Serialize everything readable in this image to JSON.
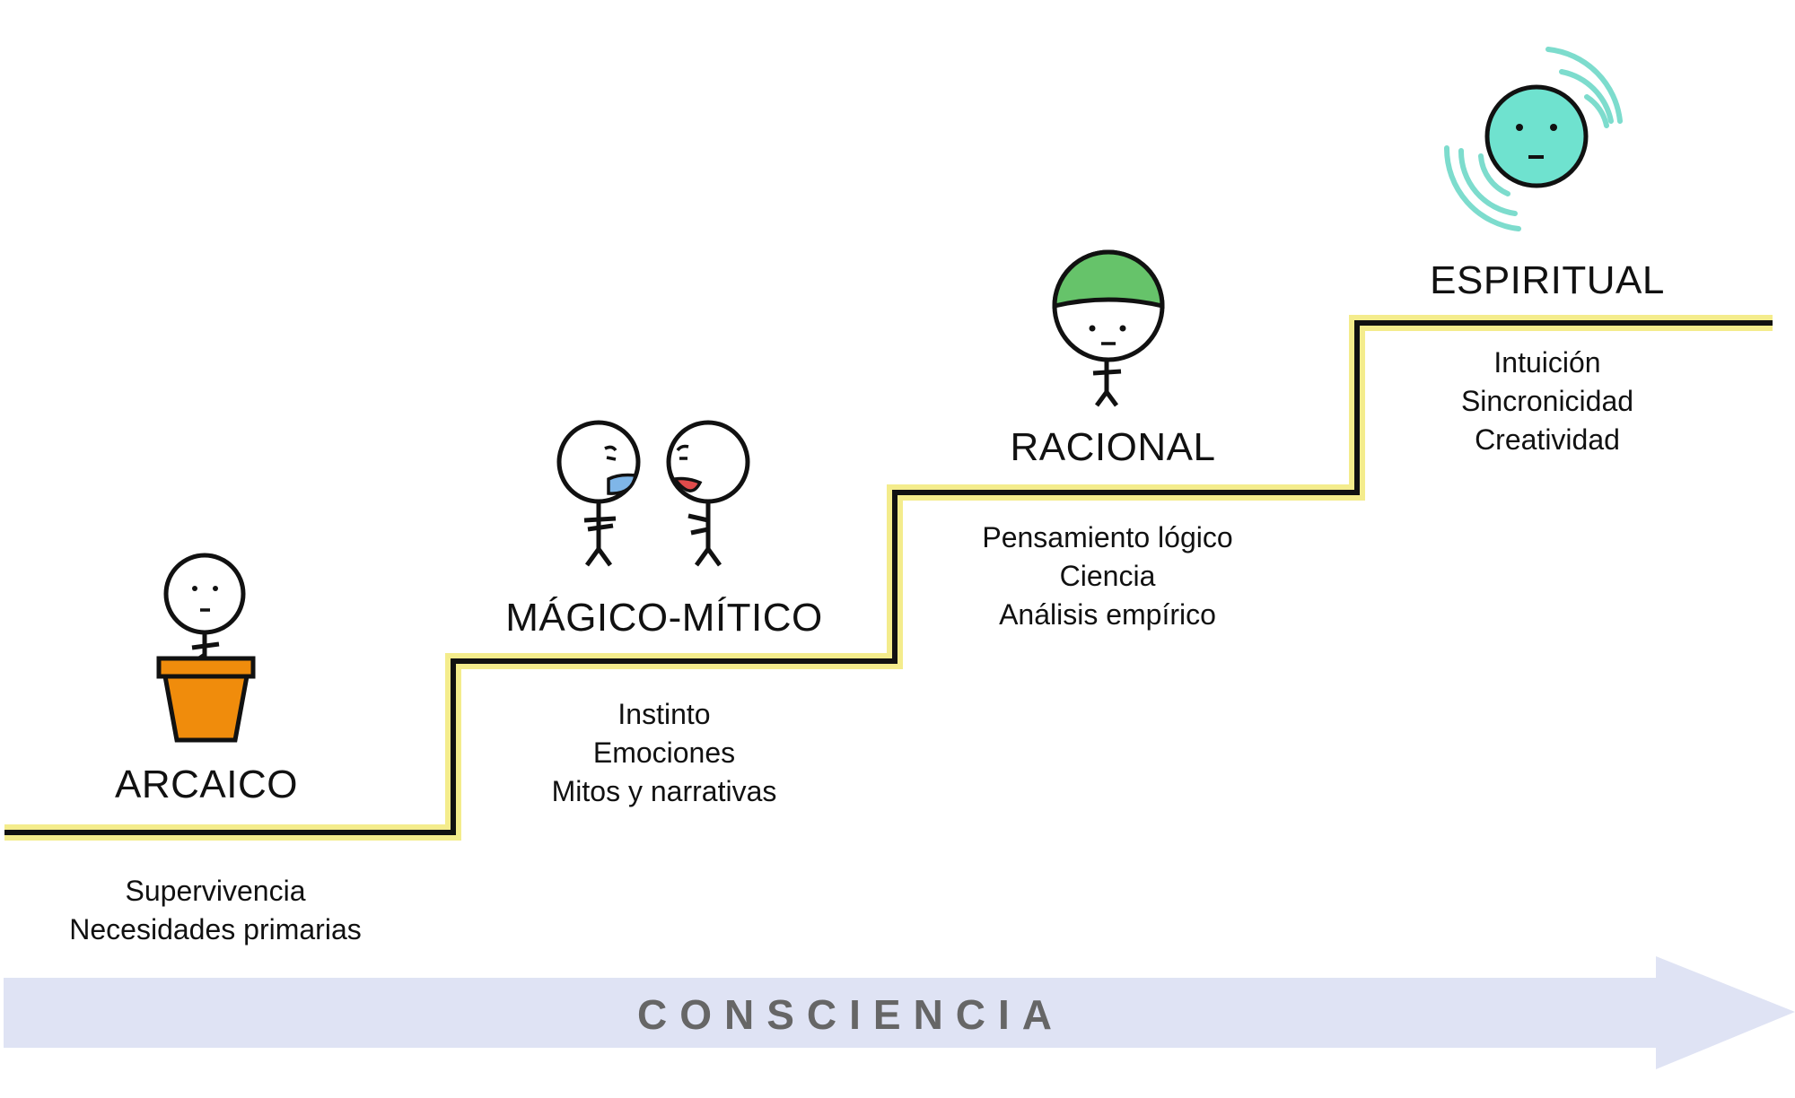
{
  "stages": [
    {
      "title": "ARCAICO",
      "items": [
        "Supervivencia",
        "Necesidades primarias"
      ]
    },
    {
      "title": "MÁGICO-MÍTICO",
      "items": [
        "Instinto",
        "Emociones",
        "Mitos y narrativas"
      ]
    },
    {
      "title": "RACIONAL",
      "items": [
        "Pensamiento lógico",
        "Ciencia",
        "Análisis empírico"
      ]
    },
    {
      "title": "ESPIRITUAL",
      "items": [
        "Intuición",
        "Sincronicidad",
        "Creatividad"
      ]
    }
  ],
  "axis_label": "CONSCIENCIA",
  "colors": {
    "stair_highlight": "#f4ec8c",
    "stair_line": "#111111",
    "arrow": "#dfe3f4",
    "axis_text": "#666666",
    "pot": "#f08c0c",
    "helmet": "#66c36a",
    "spiritual_face": "#6fe2cf",
    "aura": "#7ddccd",
    "tongue_blue": "#7fb6e8",
    "tongue_red": "#e04b4b"
  },
  "icons": [
    "potted-figure-icon",
    "talking-figures-icon",
    "helmet-figure-icon",
    "glowing-face-icon"
  ]
}
